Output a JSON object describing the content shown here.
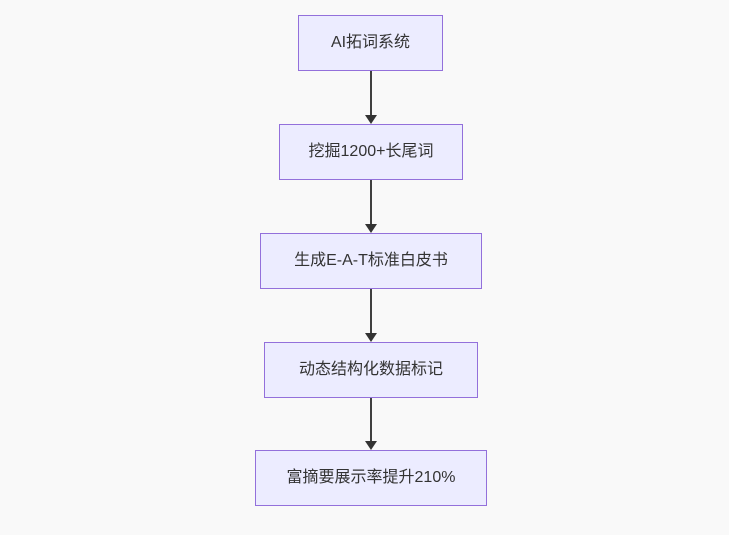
{
  "flowchart": {
    "type": "vertical-flowchart",
    "background_color": "#f9f9f9",
    "node_fill_color": "#ECECFF",
    "node_border_color": "#9370DB",
    "node_text_color": "#333333",
    "arrow_color": "#333333",
    "nodes": [
      {
        "id": "node-1",
        "label": "AI拓词系统"
      },
      {
        "id": "node-2",
        "label": "挖掘1200+长尾词"
      },
      {
        "id": "node-3",
        "label": "生成E-A-T标准白皮书"
      },
      {
        "id": "node-4",
        "label": "动态结构化数据标记"
      },
      {
        "id": "node-5",
        "label": "富摘要展示率提升210%"
      }
    ],
    "edges": [
      {
        "from": "node-1",
        "to": "node-2"
      },
      {
        "from": "node-2",
        "to": "node-3"
      },
      {
        "from": "node-3",
        "to": "node-4"
      },
      {
        "from": "node-4",
        "to": "node-5"
      }
    ]
  }
}
